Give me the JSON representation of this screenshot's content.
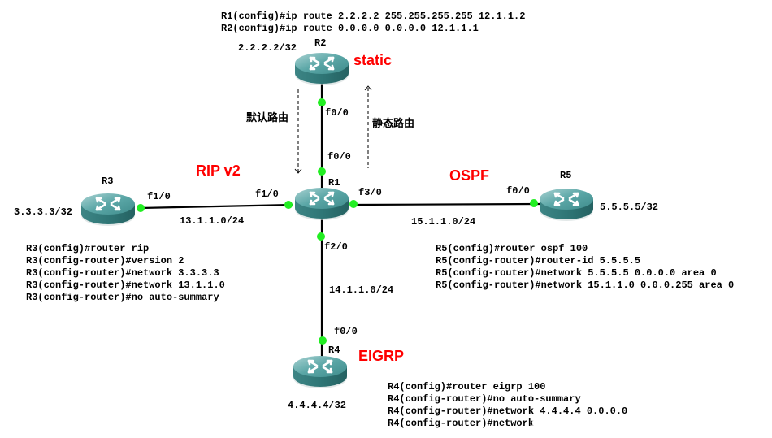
{
  "diagram": {
    "colors": {
      "protocol_label": "#ff0000",
      "router_body": "#2f7f7f",
      "router_top": "#5aa6a6",
      "interface_dot": "#22ee22",
      "link": "#000000"
    },
    "top_commands": [
      "R1(config)#ip route 2.2.2.2 255.255.255.255 12.1.1.2",
      "R2(config)#ip route 0.0.0.0 0.0.0.0 12.1.1.1"
    ],
    "routers": {
      "R1": {
        "name": "R1"
      },
      "R2": {
        "name": "R2",
        "loopback": "2.2.2.2/32"
      },
      "R3": {
        "name": "R3",
        "loopback": "3.3.3.3/32"
      },
      "R4": {
        "name": "R4",
        "loopback": "4.4.4.4/32"
      },
      "R5": {
        "name": "R5",
        "loopback": "5.5.5.5/32"
      }
    },
    "protocols": {
      "static": "static",
      "rip": "RIP v2",
      "ospf": "OSPF",
      "eigrp": "EIGRP"
    },
    "arrows": {
      "default_route": "默认路由",
      "static_route": "静态路由"
    },
    "links": {
      "r1_r2": {
        "r2_if": "f0/0",
        "r1_if": "f0/0"
      },
      "r1_r3": {
        "r3_if": "f1/0",
        "r1_if": "f1/0",
        "subnet": "13.1.1.0/24"
      },
      "r1_r5": {
        "r1_if": "f3/0",
        "r5_if": "f0/0",
        "subnet": "15.1.1.0/24"
      },
      "r1_r4": {
        "r1_if": "f2/0",
        "r4_if": "f0/0",
        "subnet": "14.1.1.0/24"
      }
    },
    "r3_commands": [
      "R3(config)#router rip",
      "R3(config-router)#version 2",
      "R3(config-router)#network 3.3.3.3",
      "R3(config-router)#network 13.1.1.0",
      "R3(config-router)#no auto-summary"
    ],
    "r5_commands": [
      "R5(config)#router ospf 100",
      "R5(config-router)#router-id 5.5.5.5",
      "R5(config-router)#network 5.5.5.5 0.0.0.0 area 0",
      "R5(config-router)#network 15.1.1.0 0.0.0.255 area 0"
    ],
    "r4_commands": [
      "R4(config)#router eigrp 100",
      "R4(config-router)#no auto-summary",
      "R4(config-router)#network 4.4.4.4 0.0.0.0",
      "R4(config-router)#network"
    ]
  }
}
